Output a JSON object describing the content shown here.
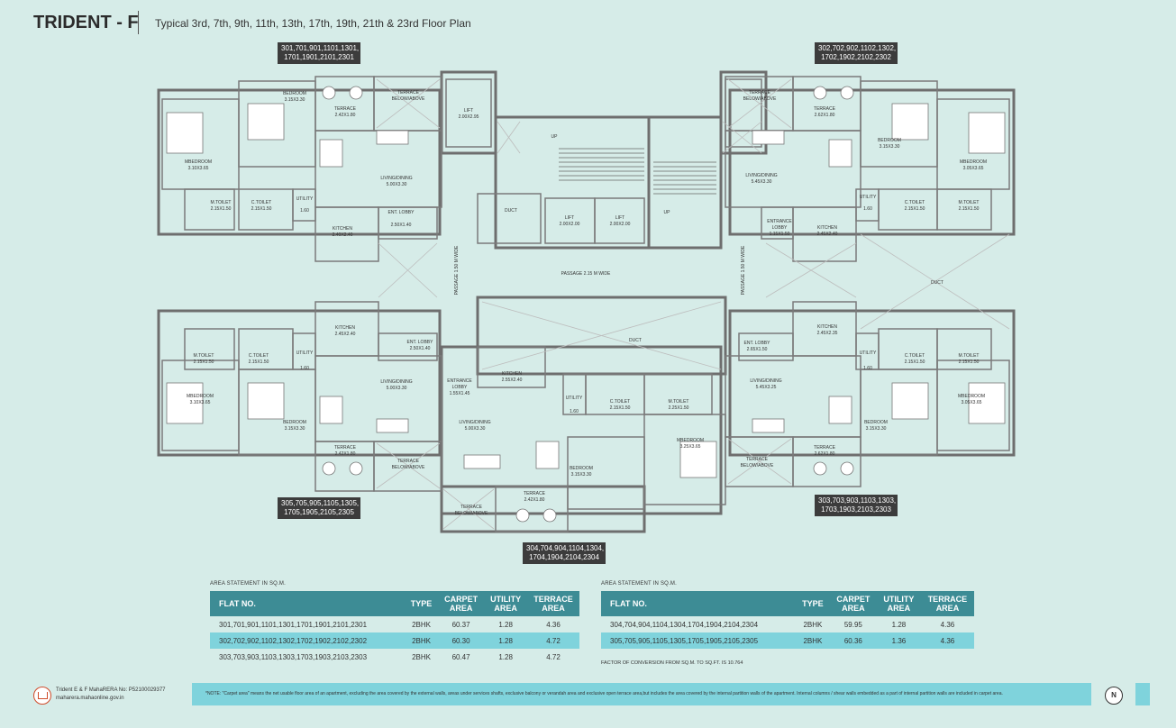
{
  "header": {
    "title": "TRIDENT - F",
    "subtitle": "Typical 3rd, 7th, 9th, 11th, 13th, 17th, 19th, 21th & 23rd Floor Plan"
  },
  "tags": {
    "t1_l1": "301,701,901,1101,1301,",
    "t1_l2": "1701,1901,2101,2301",
    "t2_l1": "302,702,902,1102,1302,",
    "t2_l2": "1702,1902,2102,2302",
    "t3_l1": "305,705,905,1105,1305,",
    "t3_l2": "1705,1905,2105,2305",
    "t4_l1": "304,704,904,1104,1304,",
    "t4_l2": "1704,1904,2104,2304",
    "t5_l1": "303,703,903,1103,1303,",
    "t5_l2": "1703,1903,2103,2303"
  },
  "rooms": {
    "bedroom": "BEDROOM",
    "mbedroom": "MBEDROOM",
    "terrace": "TERRACE",
    "terrace_below": "BELOW/ABOVE",
    "living": "LIVING/DINING",
    "kitchen": "KITCHEN",
    "mtoilet": "M.TOILET",
    "ctoilet": "C.TOILET",
    "utility": "UTILITY",
    "lift": "LIFT",
    "duct": "DUCT",
    "ent_lobby": "ENT. LOBBY",
    "entrance_lobby": "ENTRANCE",
    "lobby": "LOBBY",
    "up": "UP",
    "passage_main": "PASSAGE 2.15  M WIDE",
    "passage_left": "PASSAGE 1.50  M WIDE",
    "passage_right": "PASSAGE 1.50  M WIDE",
    "d_bed1": "3.15X3.30",
    "d_mbed1": "3.10X3.65",
    "d_ter1": "2.42X1.80",
    "d_liv1": "5.00X3.30",
    "d_kit1": "2.40X2.40",
    "d_mt": "2.15X1.50",
    "d_util": "1.60",
    "d_lift": "2.00X2.95",
    "d_lift2": "2.00X2.00",
    "d_ent": "2.50X1.40",
    "d_liv2": "5.45X3.30",
    "d_mbed2": "3.05X3.65",
    "d_ter2": "2.62X1.80",
    "d_kit2": "2.45X2.40",
    "d_ent2": "1.15X1.50",
    "d_kit3": "2.45X2.35",
    "d_ent3": "2.65X1.50",
    "d_liv3": "5.45X3.25",
    "d_mbed3": "3.25X3.65",
    "d_kit4": "2.55X2.40",
    "d_ent4": "1.55X1.45",
    "d_mt2": "2.25X1.50",
    "d_liv4": "5.00X3.30"
  },
  "table1": {
    "caption": "AREA STATEMENT IN SQ.M.",
    "headers": {
      "flat": "FLAT NO.",
      "type": "TYPE",
      "carpet1": "CARPET",
      "carpet2": "AREA",
      "utility1": "UTILITY",
      "utility2": "AREA",
      "terrace1": "TERRACE",
      "terrace2": "AREA"
    },
    "rows": [
      {
        "flat": "301,701,901,1101,1301,1701,1901,2101,2301",
        "type": "2BHK",
        "carpet": "60.37",
        "utility": "1.28",
        "terrace": "4.36"
      },
      {
        "flat": "302,702,902,1102,1302,1702,1902,2102,2302",
        "type": "2BHK",
        "carpet": "60.30",
        "utility": "1.28",
        "terrace": "4.72"
      },
      {
        "flat": "303,703,903,1103,1303,1703,1903,2103,2303",
        "type": "2BHK",
        "carpet": "60.47",
        "utility": "1.28",
        "terrace": "4.72"
      }
    ]
  },
  "table2": {
    "caption": "AREA STATEMENT IN SQ.M.",
    "headers": {
      "flat": "FLAT NO.",
      "type": "TYPE",
      "carpet1": "CARPET",
      "carpet2": "AREA",
      "utility1": "UTILITY",
      "utility2": "AREA",
      "terrace1": "TERRACE",
      "terrace2": "AREA"
    },
    "rows": [
      {
        "flat": "304,704,904,1104,1304,1704,1904,2104,2304",
        "type": "2BHK",
        "carpet": "59.95",
        "utility": "1.28",
        "terrace": "4.36"
      },
      {
        "flat": "305,705,905,1105,1305,1705,1905,2105,2305",
        "type": "2BHK",
        "carpet": "60.36",
        "utility": "1.36",
        "terrace": "4.36"
      }
    ]
  },
  "factor": "FACTOR OF CONVERSION FROM SQ.M. TO SQ.FT. IS 10.764",
  "footer": {
    "rera_line1": "Trident E & F MahaRERA No: P52100029377",
    "rera_line2": "maharera.mahaonline.gov.in",
    "note": "*NOTE: \"Carpet area\" means the net usable floor area of an apartment, excluding the area covered by the external walls, areas under services shafts, exclusive balcony or verandah area and exclusive open terrace area,but includes the area covered by the internal partition walls of the apartment. Internal columns / shear walls embedded as a part of internal partition walls are included in carpet area.",
    "compass": "N"
  },
  "colors": {
    "accent": "#3d8c95",
    "highlight": "#7fd3dc",
    "background": "#d6ece8",
    "wall": "#6e6e6e",
    "tag": "#3c3c3c"
  }
}
